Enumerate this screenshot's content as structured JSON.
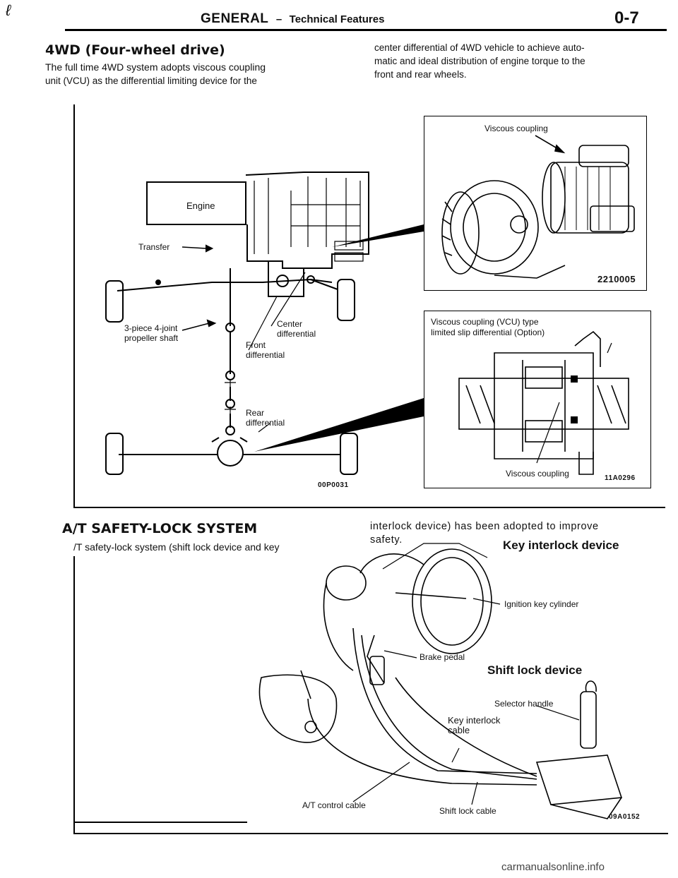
{
  "corner_mark": "ℓ",
  "header": {
    "title": "GENERAL",
    "dash": "–",
    "subtitle": "Technical Features",
    "page_number": "0-7"
  },
  "section_4wd": {
    "heading": "4WD (Four-wheel drive)",
    "para_left_line1": "The full time 4WD system adopts viscous coupling",
    "para_left_line2": "unit (VCU) as the differential limiting device for the",
    "para_right_line1": "center differential of 4WD vehicle to achieve auto-",
    "para_right_line2": "matic and ideal distribution of engine torque to the",
    "para_right_line3": "front and rear wheels."
  },
  "fig_drivetrain": {
    "labels": {
      "engine": "Engine",
      "transfer": "Transfer",
      "propshaft_line1": "3-piece 4-joint",
      "propshaft_line2": "propeller shaft",
      "center_diff_line1": "Center",
      "center_diff_line2": "differential",
      "front_diff_line1": "Front",
      "front_diff_line2": "differential",
      "rear_diff_line1": "Rear",
      "rear_diff_line2": "differential"
    },
    "figure_id": "00P0031"
  },
  "fig_viscous": {
    "label": "Viscous coupling",
    "figure_id": "2210005"
  },
  "fig_lsd": {
    "label_line1": "Viscous coupling (VCU) type",
    "label_line2": "limited slip differential (Option)",
    "bottom_label": "Viscous coupling",
    "figure_id": "11A0296"
  },
  "section_at": {
    "heading": "A/T SAFETY-LOCK SYSTEM",
    "para_left": "/T safety-lock system (shift lock device and key",
    "para_right_line1": "interlock device) has been adopted to improve",
    "para_right_line2": "safety."
  },
  "fig_safety": {
    "key_interlock_title": "Key interlock device",
    "shift_lock_title": "Shift lock device",
    "ignition_key_cylinder": "Ignition key cylinder",
    "brake_pedal": "Brake pedal",
    "selector_handle": "Selector handle",
    "key_interlock_cable_line1": "Key interlock",
    "key_interlock_cable_line2": "cable",
    "at_control_cable": "A/T control cable",
    "shift_lock_cable": "Shift lock cable",
    "figure_id": "09A0152"
  },
  "footer": {
    "watermark": "carmanualsonline.info"
  }
}
